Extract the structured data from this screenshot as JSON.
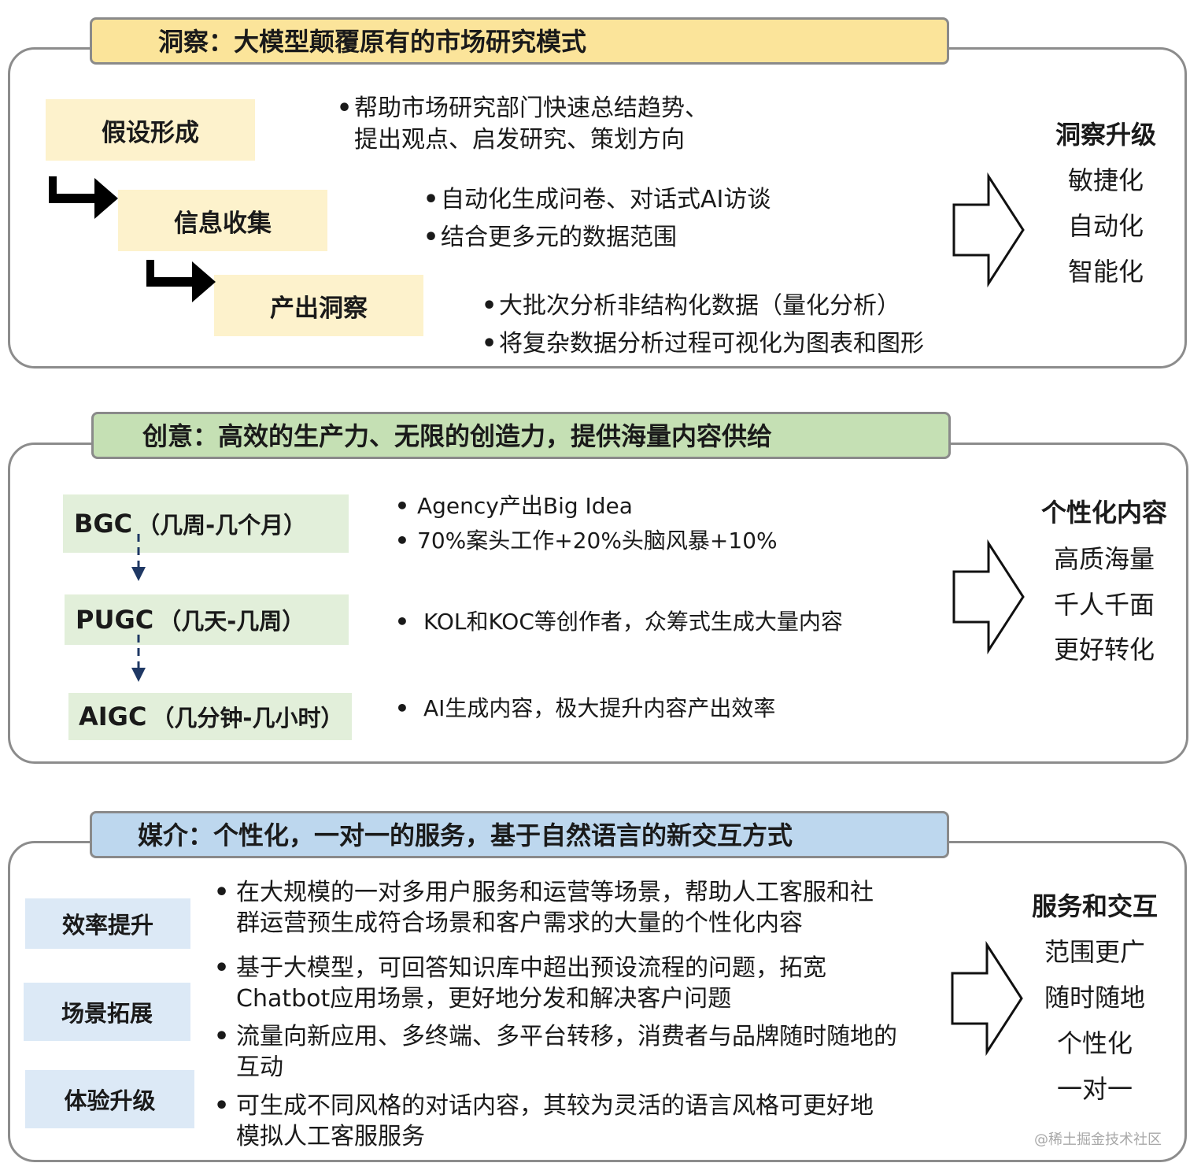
{
  "section1": {
    "title": "洞察：大模型颠覆原有的市场研究模式",
    "steps": [
      "假设形成",
      "信息收集",
      "产出洞察"
    ],
    "bullets_step1": [
      "帮助市场研究部门快速总结趋势、",
      "提出观点、启发研究、策划方向"
    ],
    "bullets_step2": [
      "自动化生成问卷、对话式AI访谈",
      "结合更多元的数据范围"
    ],
    "bullets_step3": [
      "大批次分析非结构化数据（量化分析）",
      "将复杂数据分析过程可视化为图表和图形"
    ],
    "outcome_title": "洞察升级",
    "outcomes": [
      "敏捷化",
      "自动化",
      "智能化"
    ],
    "colors": {
      "banner": "#fbe49a",
      "box": "#fdf2cc"
    }
  },
  "section2": {
    "title": "创意：高效的生产力、无限的创造力，提供海量内容供给",
    "stages": [
      {
        "name": "BGC",
        "period": "（几周-几个月）"
      },
      {
        "name": "PUGC",
        "period": "（几天-几周）"
      },
      {
        "name": "AIGC",
        "period": "（几分钟-几小时）"
      }
    ],
    "bullets_bgc": [
      "Agency产出Big Idea",
      "70%案头工作+20%头脑风暴+10%"
    ],
    "bullets_pugc": [
      "KOL和KOC等创作者，众筹式生成大量内容"
    ],
    "bullets_aigc": [
      "AI生成内容，极大提升内容产出效率"
    ],
    "outcome_title": "个性化内容",
    "outcomes": [
      "高质海量",
      "千人千面",
      "更好转化"
    ],
    "colors": {
      "banner": "#c5e0b4",
      "box": "#e2efda",
      "arrow": "#1f3864"
    }
  },
  "section3": {
    "title": "媒介：个性化，一对一的服务，基于自然语言的新交互方式",
    "tags": [
      "效率提升",
      "场景拓展",
      "体验升级"
    ],
    "bullets": [
      [
        "在大规模的一对多用户服务和运营等场景，帮助人工客服和社",
        "群运营预生成符合场景和客户需求的大量的个性化内容"
      ],
      [
        "基于大模型，可回答知识库中超出预设流程的问题，拓宽",
        "Chatbot应用场景，更好地分发和解决客户问题"
      ],
      [
        "流量向新应用、多终端、多平台转移，消费者与品牌随时随地的",
        "互动"
      ],
      [
        "可生成不同风格的对话内容，其较为灵活的语言风格可更好地",
        "模拟人工客服服务"
      ]
    ],
    "outcome_title": "服务和交互",
    "outcomes": [
      "范围更广",
      "随时随地",
      "个性化",
      "一对一"
    ],
    "colors": {
      "banner": "#bdd7ee",
      "box": "#dce9f6"
    }
  },
  "watermark": "@稀土掘金技术社区"
}
